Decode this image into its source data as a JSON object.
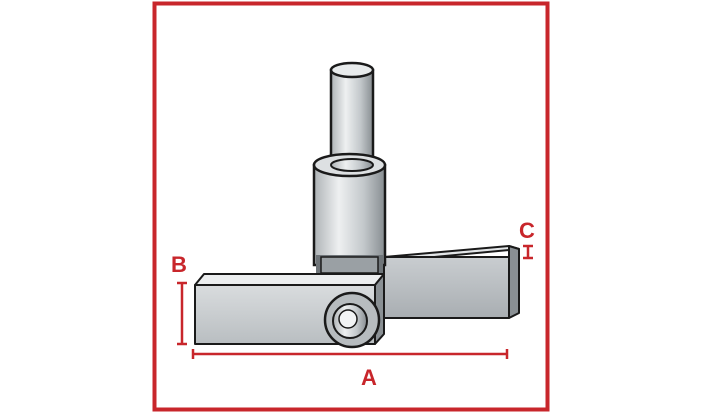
{
  "colors": {
    "frame": "#c8262b",
    "dimension": "#c8262b",
    "metal_light": "#d4d8da",
    "metal_mid": "#b3b8bb",
    "metal_dark": "#7d8387",
    "outline": "#1a1a1a"
  },
  "dimensions": {
    "a_label": "A",
    "b_label": "B",
    "c_label": "C"
  }
}
